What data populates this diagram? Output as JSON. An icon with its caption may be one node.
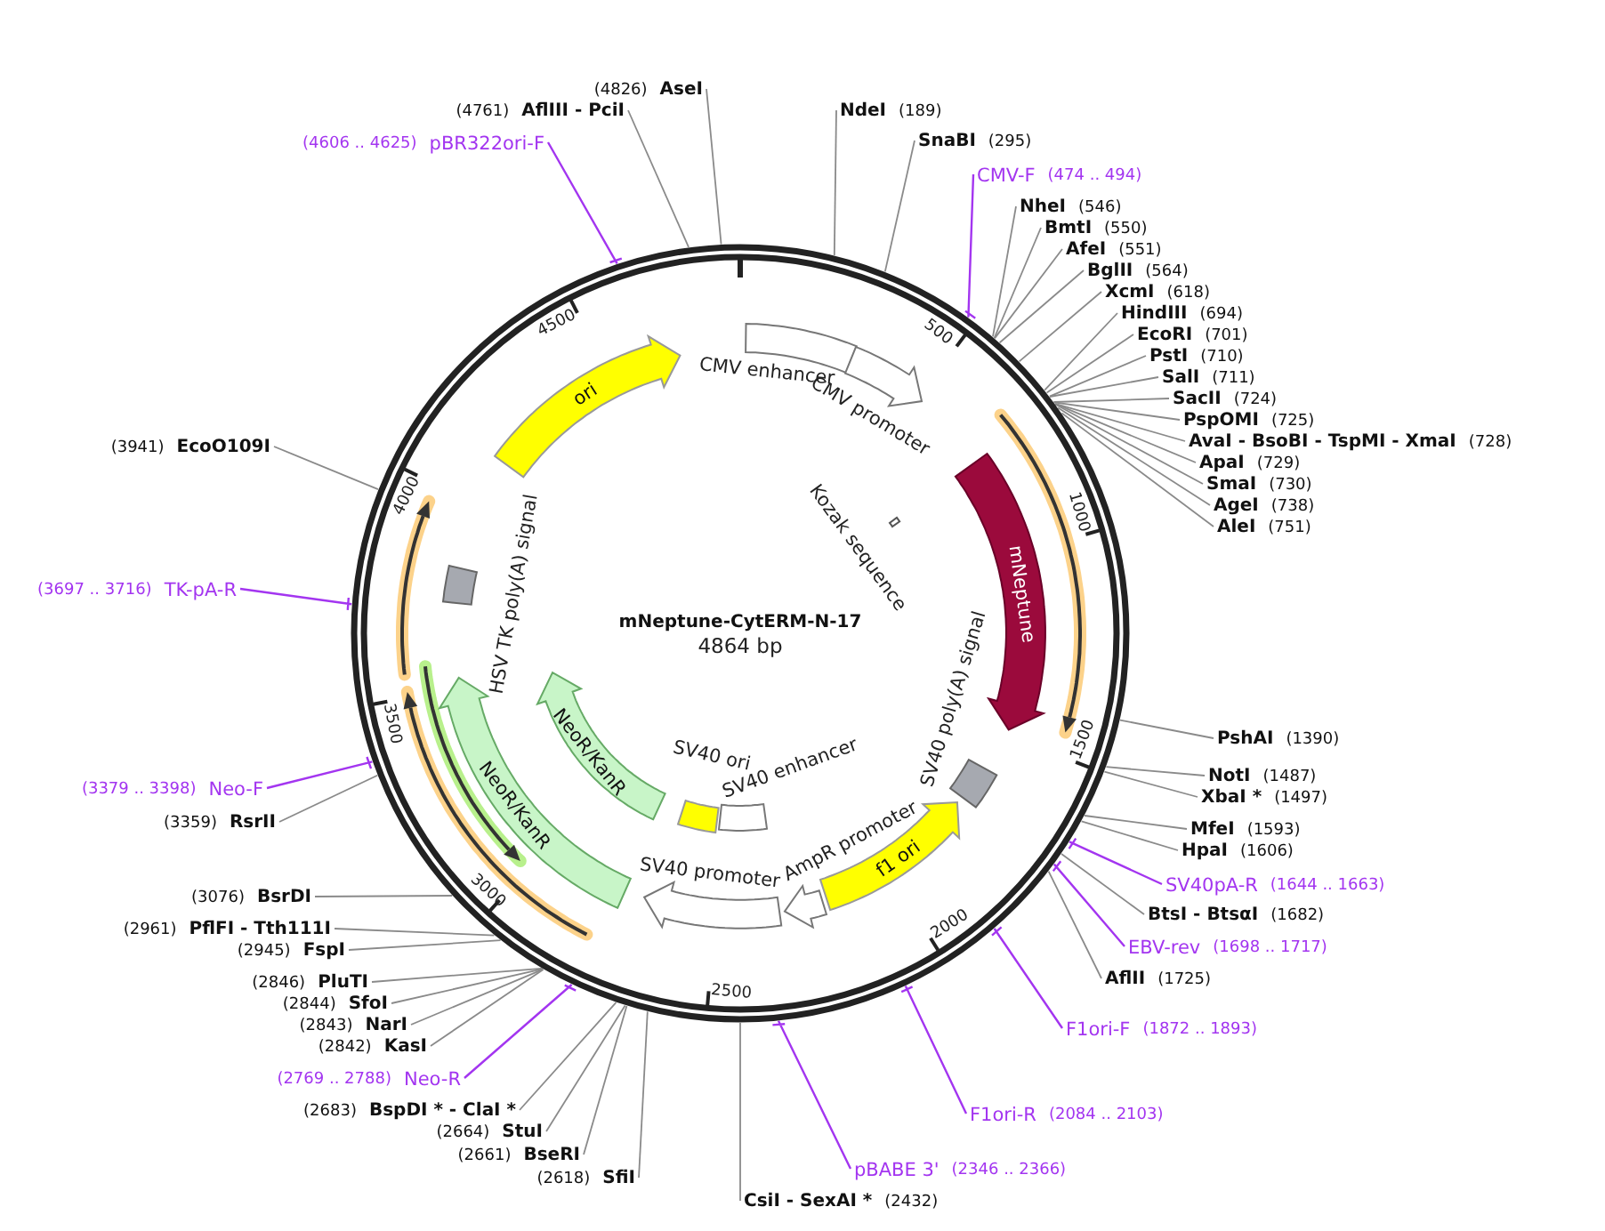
{
  "diagram": {
    "title": "mNeptune-CytERM-N-17",
    "nodes": [
      {
        "text": [
          "(4826)",
          "AseI"
        ]
      },
      {
        "text": [
          "(4761)",
          "AflIII - PciI"
        ]
      },
      {
        "text": [
          "(4606 .. 4625)",
          "pBR322ori-F"
        ]
      },
      {
        "text": [
          "NdeI",
          "(189)"
        ]
      },
      {
        "text": [
          "SnaBI",
          "(295)"
        ]
      },
      {
        "text": [
          "CMV-F",
          "(474 .. 494)"
        ]
      },
      {
        "text": [
          "NheI",
          "(546)"
        ]
      },
      {
        "text": [
          "BmtI",
          "(550)"
        ]
      },
      {
        "text": [
          "AfeI",
          "(551)"
        ]
      },
      {
        "text": [
          "BglII",
          "(564)"
        ]
      },
      {
        "text": [
          "XcmI",
          "(618)"
        ]
      },
      {
        "text": [
          "HindIII",
          "(694)"
        ]
      },
      {
        "text": [
          "EcoRI",
          "(701)"
        ]
      },
      {
        "text": [
          "PstI",
          "(710)"
        ]
      },
      {
        "text": [
          "SalI",
          "(711)"
        ]
      },
      {
        "text": [
          "SacII",
          "(724)"
        ]
      },
      {
        "text": [
          "PspOMI",
          "(725)"
        ]
      },
      {
        "text": [
          "AvaI - BsoBI - TspMI - XmaI",
          "(728)"
        ]
      },
      {
        "text": [
          "ApaI",
          "(729)"
        ]
      },
      {
        "text": [
          "SmaI",
          "(730)"
        ]
      },
      {
        "text": [
          "AgeI",
          "(738)"
        ]
      },
      {
        "text": [
          "AleI",
          "(751)"
        ]
      },
      {
        "text": [
          "PshAI",
          "(1390)"
        ]
      },
      {
        "text": [
          "NotI",
          "(1487)"
        ]
      },
      {
        "text": [
          "XbaI *",
          "(1497)"
        ]
      },
      {
        "text": [
          "MfeI",
          "(1593)"
        ]
      },
      {
        "text": [
          "HpaI",
          "(1606)"
        ]
      },
      {
        "text": [
          "SV40pA-R",
          "(1644 .. 1663)"
        ]
      },
      {
        "text": [
          "BtsI - BtsαI",
          "(1682)"
        ]
      },
      {
        "text": [
          "EBV-rev",
          "(1698 .. 1717)"
        ]
      },
      {
        "text": [
          "AflII",
          "(1725)"
        ]
      },
      {
        "text": [
          "F1ori-F",
          "(1872 .. 1893)"
        ]
      },
      {
        "text": [
          "F1ori-R",
          "(2084 .. 2103)"
        ]
      },
      {
        "text": [
          "pBABE 3'",
          "(2346 .. 2366)"
        ]
      },
      {
        "text": [
          "CsiI - SexAI *",
          "(2432)"
        ]
      },
      {
        "text": [
          "(2618)",
          "SfiI"
        ]
      },
      {
        "text": [
          "(2661)",
          "BseRI"
        ]
      },
      {
        "text": [
          "(2664)",
          "StuI"
        ]
      },
      {
        "text": [
          "(2683)",
          "BspDI * - ClaI *"
        ]
      },
      {
        "text": [
          "(2769 .. 2788)",
          "Neo-R"
        ]
      },
      {
        "text": [
          "(2842)",
          "KasI"
        ]
      },
      {
        "text": [
          "(2843)",
          "NarI"
        ]
      },
      {
        "text": [
          "(2844)",
          "SfoI"
        ]
      },
      {
        "text": [
          "(2846)",
          "PluTI"
        ]
      },
      {
        "text": [
          "(2945)",
          "FspI"
        ]
      },
      {
        "text": [
          "(2961)",
          "PflFI - Tth111I"
        ]
      },
      {
        "text": [
          "(3076)",
          "BsrDI"
        ]
      },
      {
        "text": [
          "(3359)",
          "RsrII"
        ]
      },
      {
        "text": [
          "(3379 .. 3398)",
          "Neo-F"
        ]
      },
      {
        "text": [
          "(3697 .. 3716)",
          "TK-pA-R"
        ]
      },
      {
        "text": [
          "(3941)",
          "EcoO109I"
        ]
      },
      {
        "text": [],
        "shape": "circle"
      },
      {
        "text": [],
        "shape": "box",
        "in": 51,
        "beside": [
          "CMV enhancer"
        ]
      },
      {
        "text": [],
        "shape": "arrow",
        "in": 51,
        "beside": [
          "CMV promoter"
        ]
      },
      {
        "text": [],
        "shape": "bar",
        "in": 51,
        "beside": [
          "Kozak sequence"
        ]
      },
      {
        "text": [
          "mNeptune"
        ],
        "in": 51
      },
      {
        "text": [],
        "shape": "box",
        "in": 51,
        "beside": [
          "SV40 poly(A) signal"
        ]
      },
      {
        "text": [
          "f1 ori"
        ],
        "in": 51
      },
      {
        "text": [],
        "shape": "arrow",
        "in": 51,
        "beside": [
          "AmpR promoter"
        ]
      },
      {
        "text": [],
        "shape": "arrow",
        "in": 51,
        "beside": [
          "SV40 promoter"
        ]
      },
      {
        "text": [],
        "shape": "box",
        "in": 51,
        "beside": [
          "SV40 enhancer"
        ]
      },
      {
        "text": [],
        "shape": "box",
        "in": 51
      },
      {
        "text": [
          "NeoR/KanR"
        ],
        "in": 51
      },
      {
        "text": [
          "NeoR/KanR"
        ],
        "in": 51
      },
      {
        "text": [],
        "shape": "box",
        "in": 51
      },
      {
        "text": [
          "ori"
        ],
        "in": 51
      }
    ],
    "edges": [
      {
        "from": 0,
        "to": 51,
        "arrow": "none"
      },
      {
        "from": 1,
        "to": 51,
        "arrow": "none"
      },
      {
        "from": 2,
        "to": 51,
        "arrow": "none",
        "color": "#a335f0"
      },
      {
        "from": 3,
        "to": 51,
        "arrow": "none"
      },
      {
        "from": 4,
        "to": 51,
        "arrow": "none"
      },
      {
        "from": 5,
        "to": 51,
        "arrow": "none",
        "color": "#a335f0"
      },
      {
        "from": 6,
        "to": 51,
        "arrow": "none"
      },
      {
        "from": 7,
        "to": 51,
        "arrow": "none"
      },
      {
        "from": 8,
        "to": 51,
        "arrow": "none"
      },
      {
        "from": 9,
        "to": 51,
        "arrow": "none"
      },
      {
        "from": 10,
        "to": 51,
        "arrow": "none"
      },
      {
        "from": 11,
        "to": 51,
        "arrow": "none"
      },
      {
        "from": 12,
        "to": 51,
        "arrow": "none"
      },
      {
        "from": 13,
        "to": 51,
        "arrow": "none"
      },
      {
        "from": 14,
        "to": 51,
        "arrow": "none"
      },
      {
        "from": 15,
        "to": 51,
        "arrow": "none"
      },
      {
        "from": 16,
        "to": 51,
        "arrow": "none"
      },
      {
        "from": 17,
        "to": 51,
        "arrow": "none"
      },
      {
        "from": 18,
        "to": 51,
        "arrow": "none"
      },
      {
        "from": 19,
        "to": 51,
        "arrow": "none"
      },
      {
        "from": 20,
        "to": 51,
        "arrow": "none"
      },
      {
        "from": 21,
        "to": 51,
        "arrow": "none"
      },
      {
        "from": 22,
        "to": 51,
        "arrow": "none"
      },
      {
        "from": 23,
        "to": 51,
        "arrow": "none"
      },
      {
        "from": 24,
        "to": 51,
        "arrow": "none"
      },
      {
        "from": 25,
        "to": 51,
        "arrow": "none"
      },
      {
        "from": 26,
        "to": 51,
        "arrow": "none"
      },
      {
        "from": 27,
        "to": 51,
        "arrow": "none",
        "color": "#a335f0"
      },
      {
        "from": 28,
        "to": 51,
        "arrow": "none"
      },
      {
        "from": 29,
        "to": 51,
        "arrow": "none",
        "color": "#a335f0"
      },
      {
        "from": 30,
        "to": 51,
        "arrow": "none"
      },
      {
        "from": 31,
        "to": 51,
        "arrow": "none",
        "color": "#a335f0"
      },
      {
        "from": 32,
        "to": 51,
        "arrow": "none",
        "color": "#a335f0"
      },
      {
        "from": 33,
        "to": 51,
        "arrow": "none",
        "color": "#a335f0"
      },
      {
        "from": 34,
        "to": 51,
        "arrow": "none"
      },
      {
        "from": 35,
        "to": 51,
        "arrow": "none"
      },
      {
        "from": 36,
        "to": 51,
        "arrow": "none"
      },
      {
        "from": 37,
        "to": 51,
        "arrow": "none"
      },
      {
        "from": 38,
        "to": 51,
        "arrow": "none"
      },
      {
        "from": 39,
        "to": 51,
        "arrow": "none",
        "color": "#a335f0"
      },
      {
        "from": 40,
        "to": 51,
        "arrow": "none"
      },
      {
        "from": 41,
        "to": 51,
        "arrow": "none"
      },
      {
        "from": 42,
        "to": 51,
        "arrow": "none"
      },
      {
        "from": 43,
        "to": 51,
        "arrow": "none"
      },
      {
        "from": 44,
        "to": 51,
        "arrow": "none"
      },
      {
        "from": 45,
        "to": 51,
        "arrow": "none"
      },
      {
        "from": 46,
        "to": 51,
        "arrow": "none"
      },
      {
        "from": 47,
        "to": 51,
        "arrow": "none"
      },
      {
        "from": 48,
        "to": 51,
        "arrow": "none",
        "color": "#a335f0"
      },
      {
        "from": 49,
        "to": 51,
        "arrow": "none",
        "color": "#a335f0"
      },
      {
        "from": 50,
        "to": 51,
        "arrow": "none"
      }
    ],
    "labels": [
      "4864 bp",
      "500",
      "1000",
      "1500",
      "2000",
      "2500",
      "3000",
      "3500",
      "4000",
      "4500",
      "SV40 ori",
      "HSV TK poly(A) signal"
    ]
  }
}
